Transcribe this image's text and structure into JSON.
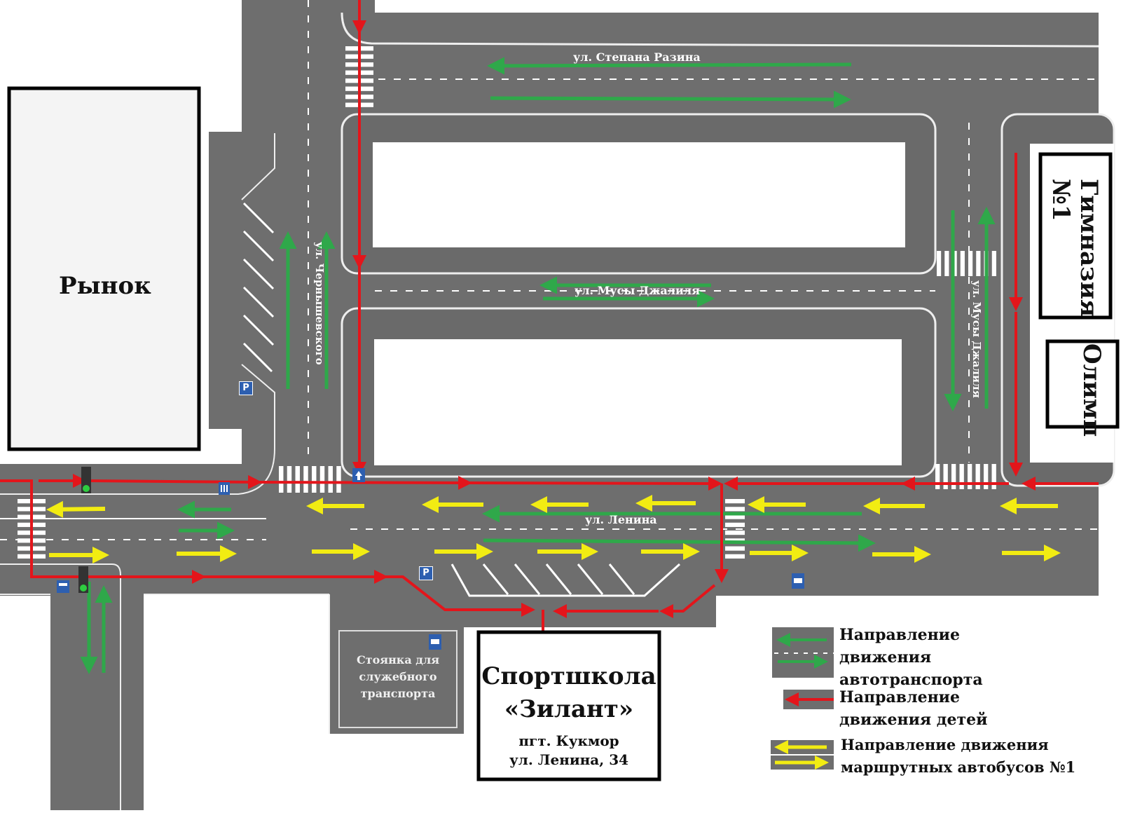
{
  "colors": {
    "road": "#6e6e6e",
    "vehicle_arrow": "#2fa84a",
    "children_arrow": "#e3151b",
    "bus_arrow": "#f2ec12"
  },
  "streets": {
    "stepana_razina": "ул. Степана Разина",
    "musy_dzhalilya_h": "ул. Мусы Джалиля",
    "chernyshevskogo": "ул. Чернышевского",
    "musy_dzhalilya_v": "ул. Мусы Джалиля",
    "lenina": "ул. Ленина"
  },
  "buildings": {
    "market": "Рынок",
    "gymnasium": "Гимназия №1",
    "olymp": "Олимп",
    "parking": "Стоянка для служебного транспорта",
    "school_name_1": "Спортшкола",
    "school_name_2": "«Зилант»",
    "school_addr_1": "пгт. Кукмор",
    "school_addr_2": "ул. Ленина, 34"
  },
  "signs": {
    "parking": "P"
  },
  "legend": {
    "vehicles": "Направление движения автотранспорта",
    "children": "Направление движения детей",
    "buses": "Направление движения маршрутных автобусов №1"
  }
}
